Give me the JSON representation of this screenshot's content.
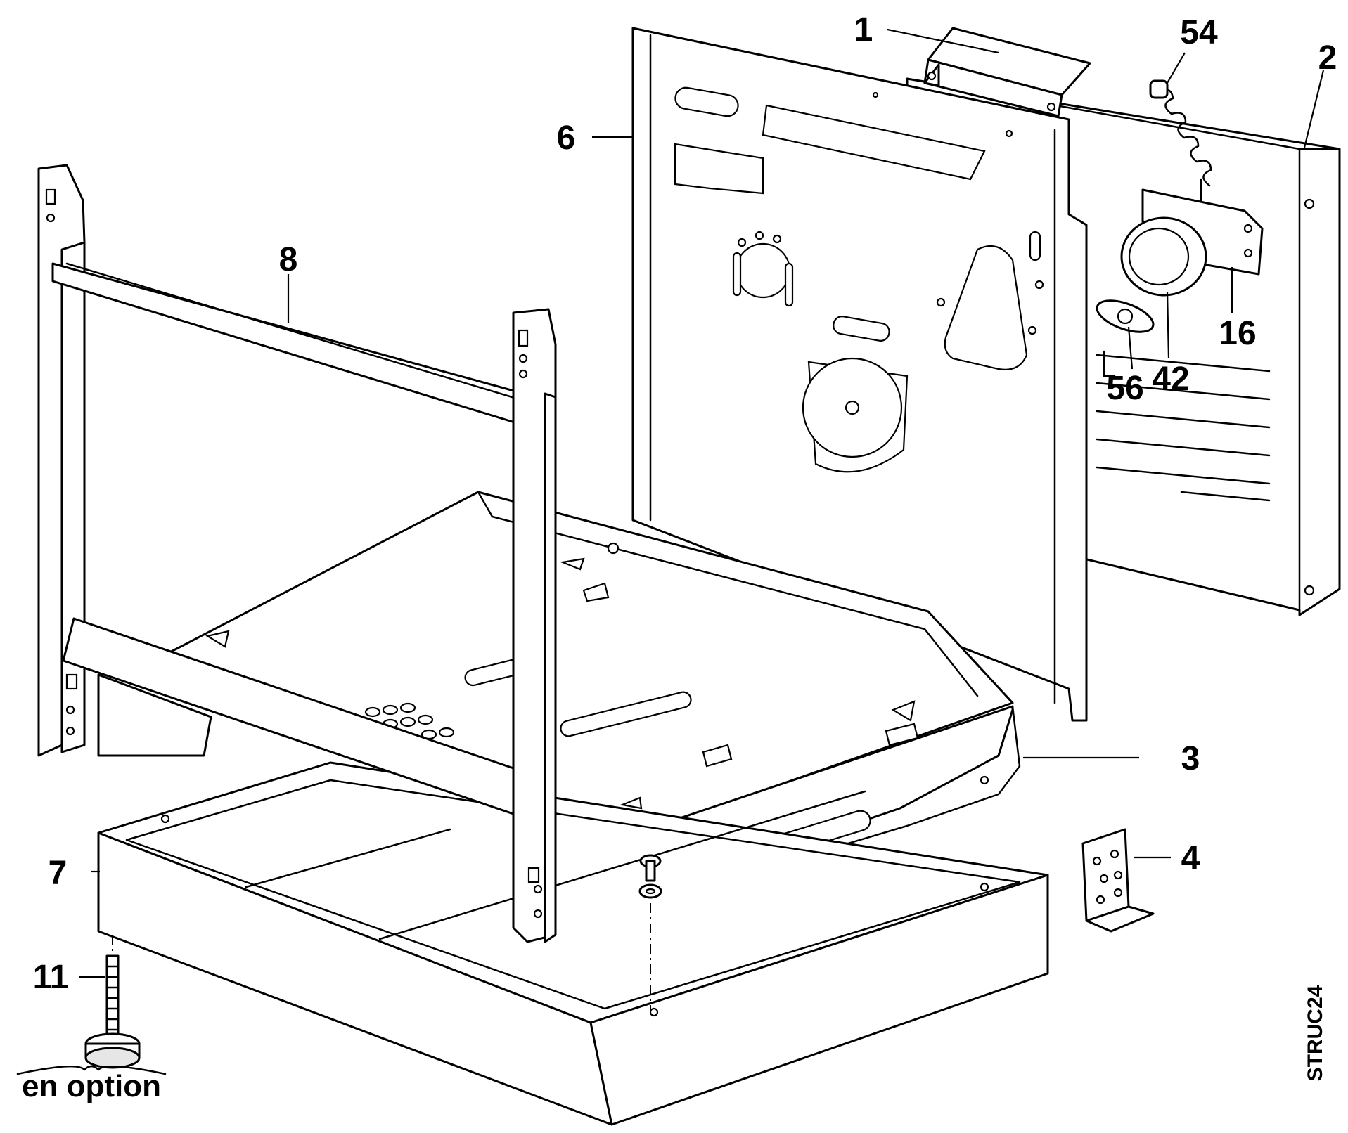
{
  "labels": {
    "p1": "1",
    "p2": "2",
    "p3": "3",
    "p4": "4",
    "p6": "6",
    "p7": "7",
    "p8": "8",
    "p11": "11",
    "p16": "16",
    "p42": "42",
    "p54": "54",
    "p56": "56"
  },
  "option_note": "en option",
  "drawing_code": "STRUC24"
}
